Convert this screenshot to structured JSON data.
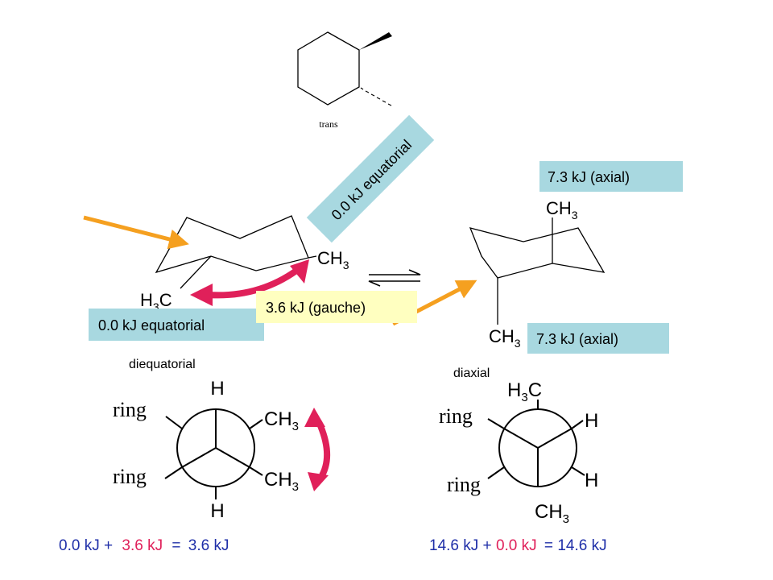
{
  "structure_label": "trans",
  "labels": {
    "diagonal_equatorial": "0.0 kJ equatorial",
    "left_equatorial": "0.0 kJ equatorial",
    "gauche": "3.6 kJ (gauche)",
    "axial_top": "7.3 kJ (axial)",
    "axial_bottom": "7.3 kJ (axial)",
    "diequatorial": "diequatorial",
    "diaxial": "diaxial"
  },
  "chair_left": {
    "right_substituent": {
      "main": "CH",
      "sub": "3"
    },
    "left_substituent": {
      "main": "H",
      "sub": "3",
      "tail": "C"
    }
  },
  "chair_right": {
    "top_substituent": {
      "main": "CH",
      "sub": "3"
    },
    "bottom_substituent": {
      "main": "CH",
      "sub": "3"
    }
  },
  "newman_left": {
    "front_top": "H",
    "front_bottom": "H",
    "ring_upper": "ring",
    "ring_lower": "ring",
    "ch3_upper": {
      "main": "CH",
      "sub": "3"
    },
    "ch3_lower": {
      "main": "CH",
      "sub": "3"
    }
  },
  "newman_right": {
    "top": {
      "main": "H",
      "sub": "3",
      "tail": "C"
    },
    "bottom": {
      "main": "CH",
      "sub": "3"
    },
    "ring_upper": "ring",
    "ring_lower": "ring",
    "h_upper": "H",
    "h_lower": "H"
  },
  "equation_left": {
    "term1": "0.0 kJ",
    "plus": "+",
    "term2": "3.6 kJ",
    "equals": "=",
    "result": "3.6 kJ"
  },
  "equation_right": {
    "term1": "14.6 kJ",
    "plus": "+",
    "term2": "0.0 kJ",
    "equals": "=",
    "result": "14.6 kJ"
  },
  "colors": {
    "label_box_blue": "#a8d8e0",
    "label_box_yellow": "#ffffc0",
    "arrow_orange": "#f5a020",
    "arrow_magenta": "#e0205a",
    "equation_blue": "#1f2fa8",
    "equation_pink": "#e0205a",
    "line": "#000000"
  }
}
